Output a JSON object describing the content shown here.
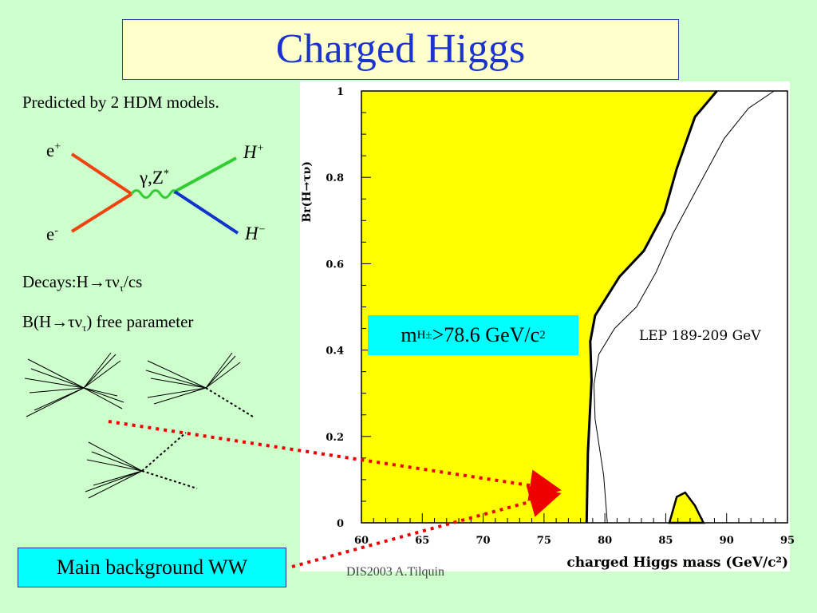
{
  "slide": {
    "title": "Charged Higgs",
    "predicted": "Predicted by 2 HDM models.",
    "decays_prefix": "Decays:H",
    "decays_rest": "τν",
    "decays_sub": "τ",
    "decays_tail": "/cs",
    "branching_prefix": "B(H",
    "branching_mid": "τν",
    "branching_sub": "τ",
    "branching_tail": ") free parameter",
    "result_main": "m",
    "result_sub": "H±",
    "result_rest": ">78.6 GeV/c",
    "result_sup": "2",
    "background_label": "Main background WW",
    "footer": "DIS2003 A.Tilquin"
  },
  "feynman": {
    "e_plus": "e",
    "e_plus_sup": "+",
    "e_minus": "e",
    "e_minus_sup": "-",
    "boson": "γ,Z",
    "boson_sup": "*",
    "h_plus": "H",
    "h_plus_sup": "+",
    "h_minus": "H",
    "h_minus_sup": "−",
    "colors": {
      "electron": "#ee4411",
      "h_plus": "#33cc33",
      "h_minus": "#1133cc",
      "boson": "#33cc33"
    }
  },
  "chart_data": {
    "type": "area",
    "xlabel": "charged Higgs mass (GeV/c²)",
    "ylabel": "Br(H→τν)",
    "annotation": "LEP 189-209 GeV",
    "xlim": [
      60,
      95
    ],
    "ylim": [
      0,
      1
    ],
    "x_ticks": [
      60,
      65,
      70,
      75,
      80,
      85,
      90,
      95
    ],
    "y_ticks": [
      0,
      0.2,
      0.4,
      0.6,
      0.8,
      1
    ],
    "excluded_color": "#ffff00",
    "series": [
      {
        "role": "excluded-region-boundary",
        "x": [
          78.5,
          78.6,
          78.9,
          78.8,
          79.2,
          81.2,
          83.2,
          84.9,
          85.9,
          87.4,
          89.2
        ],
        "y": [
          0,
          0.16,
          0.33,
          0.42,
          0.48,
          0.57,
          0.63,
          0.72,
          0.82,
          0.94,
          1.0
        ]
      },
      {
        "role": "expected-limit",
        "x": [
          80.2,
          79.9,
          79.2,
          79.1,
          79.5,
          80.8,
          82.6,
          84.2,
          85.6,
          87.5,
          89.8,
          91.8,
          93.9
        ],
        "y": [
          0,
          0.11,
          0.24,
          0.32,
          0.39,
          0.45,
          0.5,
          0.58,
          0.67,
          0.77,
          0.89,
          0.96,
          1.0
        ]
      },
      {
        "role": "excluded-island",
        "x": [
          85.3,
          85.9,
          86.6,
          87.4,
          88.1
        ],
        "y": [
          0,
          0.06,
          0.07,
          0.04,
          0
        ]
      }
    ]
  }
}
